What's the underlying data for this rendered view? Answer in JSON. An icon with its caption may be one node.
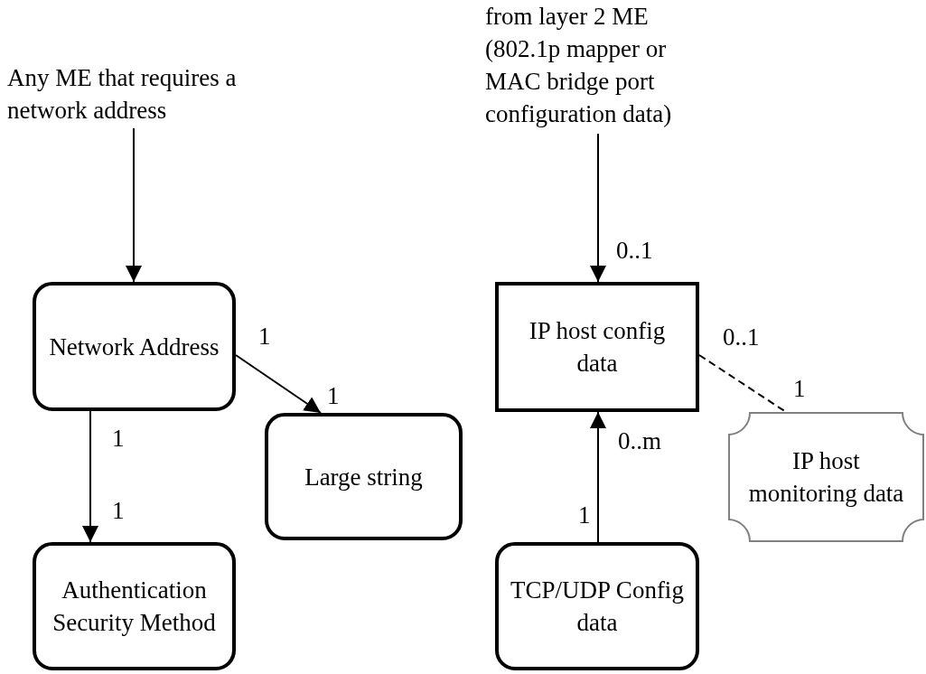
{
  "diagram": {
    "nodes": [
      {
        "text": [
          "Any ME that requires a network address"
        ]
      },
      {
        "text": [
          "Network Address"
        ]
      },
      {
        "text": [
          "Large string"
        ]
      },
      {
        "text": [
          "Authentication Security Method"
        ]
      },
      {
        "text": [
          "from layer 2 ME (802.1p mapper or MAC bridge port configuration data)"
        ]
      },
      {
        "text": [
          "IP host config data"
        ]
      },
      {
        "text": [
          "IP host monitoring data"
        ]
      },
      {
        "text": [
          "TCP/UDP Config data"
        ]
      }
    ],
    "edges": [
      {
        "from": 0,
        "to": 1,
        "arrow": "to"
      },
      {
        "from": 1,
        "to": 2,
        "arrow": "to"
      },
      {
        "from": 1,
        "to": 3,
        "arrow": "to"
      },
      {
        "from": 4,
        "to": 5,
        "arrow": "to"
      },
      {
        "from": 5,
        "to": 6,
        "arrow": "none",
        "style": "dashed"
      },
      {
        "from": 7,
        "to": 5,
        "arrow": "to"
      }
    ],
    "labels": [
      "0..1",
      "1",
      "0..1",
      "1",
      "1",
      "1",
      "0..m",
      "1",
      "1"
    ]
  }
}
